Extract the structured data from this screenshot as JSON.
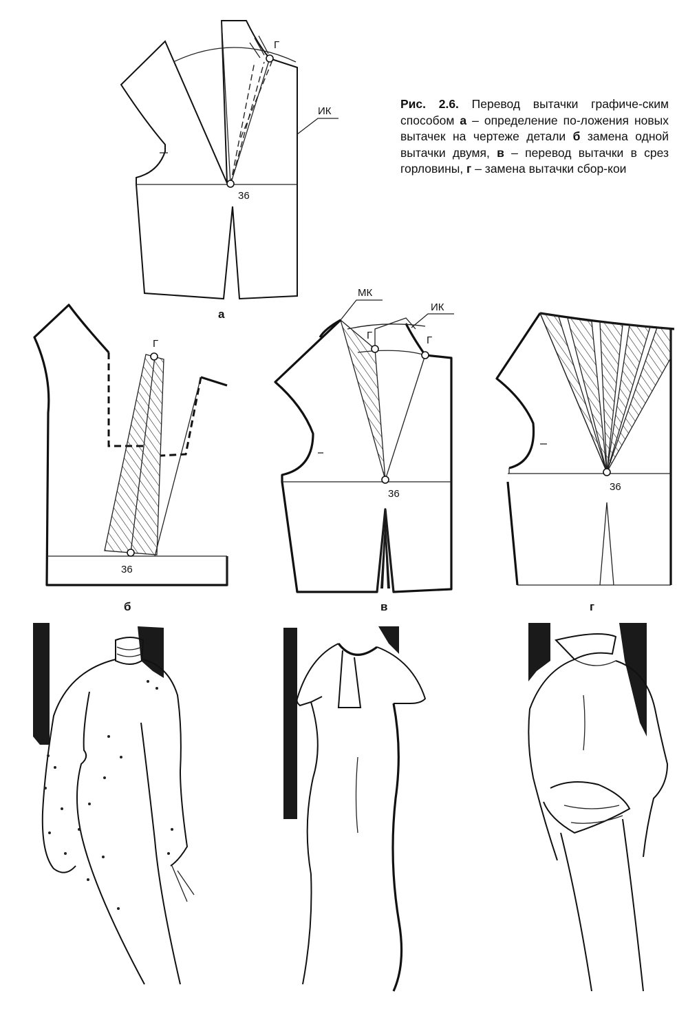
{
  "caption": {
    "fig_number": "Рис. 2.6.",
    "part1": " Перевод вытачки графиче-ским способом ",
    "a": "а",
    "part2": " – определение по-ложения новых вытачек на чертеже детали ",
    "b": "б",
    "part3": " замена одной вытачки двумя, ",
    "v": "в",
    "part4": " – перевод вытачки в срез горловины, ",
    "g": "г",
    "part5": " – замена вытачки сбор-кои"
  },
  "panels": {
    "a": {
      "letter": "а",
      "point_top": "Г",
      "point_bottom": "36",
      "line_label": "ИК"
    },
    "b": {
      "letter": "б",
      "point_top": "Г",
      "point_bottom": "36"
    },
    "v": {
      "letter": "в",
      "label_mk": "МК",
      "label_ik": "ИК",
      "point_g1": "Г",
      "point_g2": "Г",
      "point_bottom": "36"
    },
    "g": {
      "letter": "г",
      "point_bottom": "36"
    }
  },
  "colors": {
    "ink": "#111111",
    "paper": "#ffffff"
  }
}
